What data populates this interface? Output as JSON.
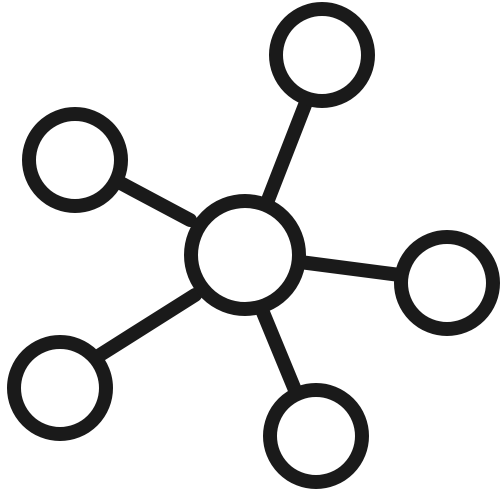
{
  "icon": {
    "name": "network-hub-icon",
    "stroke_color": "#1a1a1a",
    "background_color": "#ffffff",
    "nodes": [
      {
        "id": "hub"
      },
      {
        "id": "top-right"
      },
      {
        "id": "top-left"
      },
      {
        "id": "right"
      },
      {
        "id": "bottom-left"
      },
      {
        "id": "bottom"
      }
    ]
  }
}
